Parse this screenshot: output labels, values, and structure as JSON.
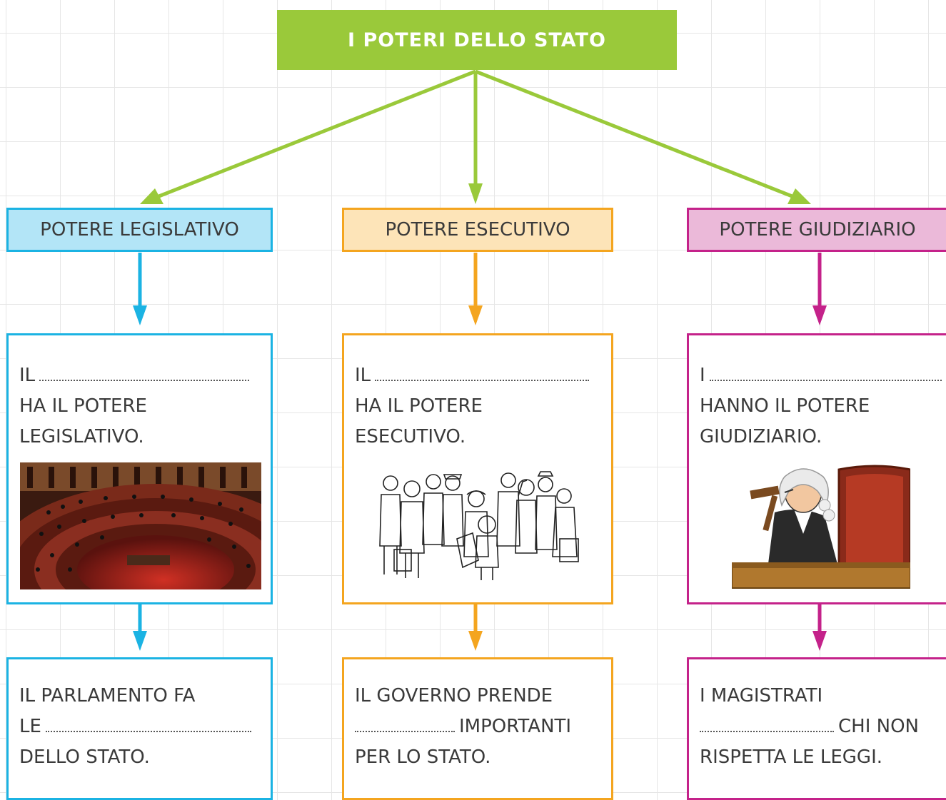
{
  "title": "I POTERI DELLO STATO",
  "colors": {
    "title_bg": "#9ac93a",
    "legislative": "#1bb3e3",
    "legislative_fill": "#b3e5f7",
    "executive": "#f4a51f",
    "executive_fill": "#fde4b8",
    "judicial": "#c4228a",
    "judicial_fill": "#ebb9d9"
  },
  "columns": [
    {
      "heading": "POTERE LEGISLATIVO",
      "card1": {
        "line1_prefix": "IL",
        "line2": "HA IL POTERE",
        "line3": "LEGISLATIVO."
      },
      "image": "parliament-chamber-photo",
      "card2": {
        "line1": "IL PARLAMENTO FA",
        "line2_prefix": "LE",
        "line3": "DELLO STATO."
      }
    },
    {
      "heading": "POTERE ESECUTIVO",
      "card1": {
        "line1_prefix": "IL",
        "line2": "HA IL POTERE",
        "line3": "ESECUTIVO."
      },
      "image": "government-workers-drawing",
      "card2": {
        "line1": "IL GOVERNO PRENDE",
        "line2_suffix": "IMPORTANTI",
        "line3": "PER LO STATO."
      }
    },
    {
      "heading": "POTERE GIUDIZIARIO",
      "card1": {
        "line1_prefix": "I",
        "line2": "HANNO IL POTERE",
        "line3": "GIUDIZIARIO."
      },
      "image": "judge-with-gavel-cartoon",
      "card2": {
        "line1": "I MAGISTRATI",
        "line2_suffix": "CHI NON",
        "line3": "RISPETTA LE LEGGI."
      }
    }
  ]
}
